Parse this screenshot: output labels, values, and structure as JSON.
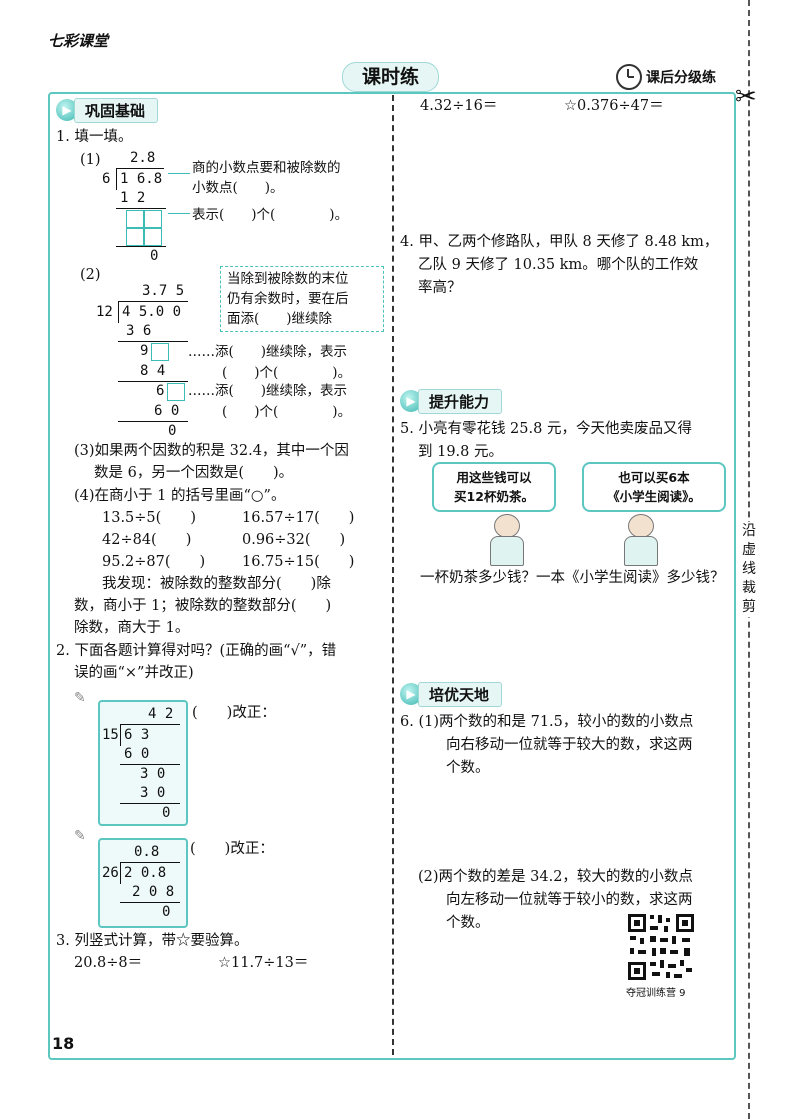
{
  "header": {
    "logo": "七彩课堂",
    "title": "课时练",
    "right_tag": "课后分级练"
  },
  "side_cut_label": [
    "沿",
    "虚",
    "线",
    "裁",
    "剪"
  ],
  "page_number": "18",
  "sections": {
    "s1": "巩固基础",
    "s2": "提升能力",
    "s3": "培优天地"
  },
  "q1": {
    "title": "1. 填一填。",
    "p1_label": "(1)",
    "p1_quotient": "2.8",
    "p1_divisor": "6",
    "p1_dividend": "1 6.8",
    "p1_sub": "1 2",
    "p1_remainder": "0",
    "p1_note1a": "商的小数点要和被除数的",
    "p1_note1b": "小数点(　　)。",
    "p1_note2": "表示(　　)个(　　　　)。",
    "p2_label": "(2)",
    "p2_callout": [
      "当除到被除数的末位",
      "仍有余数时，要在后",
      "面添(　　)继续除"
    ],
    "p2_quotient": "3.7 5",
    "p2_divisor": "12",
    "p2_dividend": "4 5.0 0",
    "p2_r1": "3 6",
    "p2_r2": "9",
    "p2_r3": "8 4",
    "p2_r4": "6",
    "p2_r5": "6 0",
    "p2_r6": "0",
    "p2_note1a": "……添(　　)继续除，表示",
    "p2_note1b": "(　　)个(　　　　)。",
    "p2_note2a": "……添(　　)继续除，表示",
    "p2_note2b": "(　　)个(　　　　)。",
    "p3a": "(3)如果两个因数的积是 32.4，其中一个因",
    "p3b": "数是 6，另一个因数是(　　)。",
    "p4": "(4)在商小于 1 的括号里画“○”。",
    "p4_items": [
      [
        "13.5÷5(　　)",
        "16.57÷17(　　)"
      ],
      [
        "42÷84(　　)",
        "0.96÷32(　　)"
      ],
      [
        "95.2÷87(　　)",
        "16.75÷15(　　)"
      ]
    ],
    "find1": "我发现：被除数的整数部分(　　)除",
    "find2": "数，商小于 1；被除数的整数部分(　　)",
    "find3": "除数，商大于 1。"
  },
  "q2": {
    "title1": "2. 下面各题计算得对吗？(正确的画“√”，错",
    "title2": "误的画“×”并改正)",
    "a_quotient": "4 2",
    "a_divisor": "15",
    "a_dividend": "6 3",
    "a_rows": [
      "6 0",
      "3 0",
      "3 0",
      "0"
    ],
    "a_judge": "(　　)改正：",
    "b_quotient": "0.8",
    "b_divisor": "26",
    "b_dividend": "2 0.8",
    "b_rows": [
      "2 0 8",
      "0"
    ],
    "b_judge": "(　　)改正："
  },
  "q3": {
    "title": "3. 列竖式计算，带☆要验算。",
    "items": [
      "20.8÷8＝",
      "☆11.7÷13＝",
      "4.32÷16＝",
      "☆0.376÷47＝"
    ]
  },
  "q4": {
    "lines": [
      "4. 甲、乙两个修路队，甲队 8 天修了 8.48 km，",
      "乙队 9 天修了 10.35 km。哪个队的工作效",
      "率高？"
    ]
  },
  "q5": {
    "lines": [
      "5. 小亮有零花钱 25.8 元，今天他卖废品又得",
      "到 19.8 元。"
    ],
    "bubble1": [
      "用这些钱可以",
      "买12杯奶茶。"
    ],
    "bubble2": [
      "也可以买6本",
      "《小学生阅读》。"
    ],
    "ask": "一杯奶茶多少钱？一本《小学生阅读》多少钱？"
  },
  "q6": {
    "p1": [
      "6. (1)两个数的和是 71.5，较小的数的小数点",
      "向右移动一位就等于较大的数，求这两",
      "个数。"
    ],
    "p2": [
      "(2)两个数的差是 34.2，较大的数的小数点",
      "向左移动一位就等于较小的数，求这两",
      "个数。"
    ],
    "qr_caption": "夺冠训练营 9"
  },
  "colors": {
    "accent": "#5cc6c0",
    "accent_light": "#e6f6f5"
  }
}
